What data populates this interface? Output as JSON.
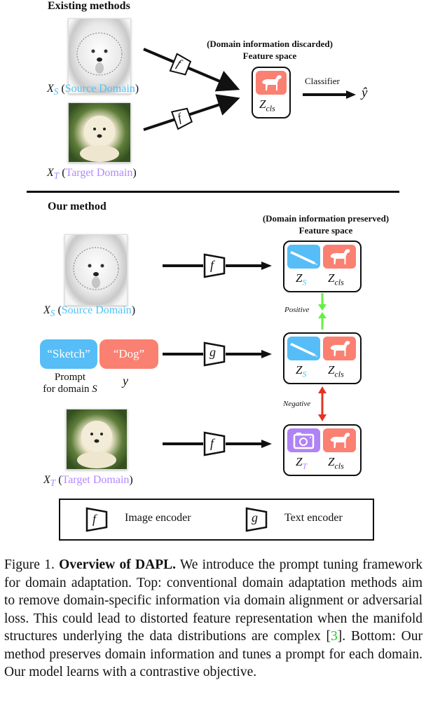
{
  "top": {
    "heading": "Existing methods",
    "source_label": {
      "var": "X",
      "sub": "S",
      "open": "(",
      "text": "Source Domain",
      "close": ")"
    },
    "target_label": {
      "var": "X",
      "sub": "T",
      "open": "(",
      "text": "Target Domain",
      "close": ")"
    },
    "encoder_symbol": "f",
    "feature_space_note": "(Domain information discarded)",
    "feature_space_title": "Feature space",
    "z_cls": {
      "var": "Z",
      "sub": "cls"
    },
    "classifier_label": "Classifier",
    "output_symbol": "ŷ"
  },
  "bottom": {
    "heading": "Our method",
    "feature_space_note": "(Domain information preserved)",
    "feature_space_title": "Feature space",
    "source_label": {
      "var": "X",
      "sub": "S",
      "open": "(",
      "text": "Source Domain",
      "close": ")"
    },
    "target_label": {
      "var": "X",
      "sub": "T",
      "open": "(",
      "text": "Target Domain",
      "close": ")"
    },
    "image_encoder_symbol": "f",
    "text_encoder_symbol": "g",
    "prompt_domain_token": "“Sketch”",
    "prompt_class_token": "“Dog”",
    "prompt_caption_line1": "Prompt",
    "prompt_caption_line2": "for domain ",
    "prompt_caption_var": "S",
    "class_var": "y",
    "z_s": {
      "var": "Z",
      "sub": "S"
    },
    "z_t": {
      "var": "Z",
      "sub": "T"
    },
    "z_cls": {
      "var": "Z",
      "sub": "cls"
    },
    "positive_label": "Positive",
    "negative_label": "Negative"
  },
  "legend": {
    "image_symbol": "f",
    "image_label": "Image encoder",
    "text_symbol": "g",
    "text_label": "Text encoder"
  },
  "caption": {
    "prefix": "Figure 1.  ",
    "title": "Overview of DAPL.",
    "part1": " We introduce the prompt tuning framework for domain adaptation. Top: conventional domain adaptation methods aim to remove domain-specific information via domain alignment or adversarial loss. This could lead to distorted feature representation when the manifold structures underlying the data distributions are complex [",
    "citation": "3",
    "part2": "]. Bottom: Our method preserves domain information and tunes a prompt for each domain. Our model learns with a contrastive objective."
  },
  "colors": {
    "source": "#4fc3f7",
    "target": "#b388ff",
    "class_tile": "#fa8072",
    "domain_tile_source": "#56bdf7",
    "domain_tile_target": "#b083f5",
    "positive_arrow": "#66ee44",
    "negative_arrow": "#e53322",
    "citation": "#22cc22"
  }
}
